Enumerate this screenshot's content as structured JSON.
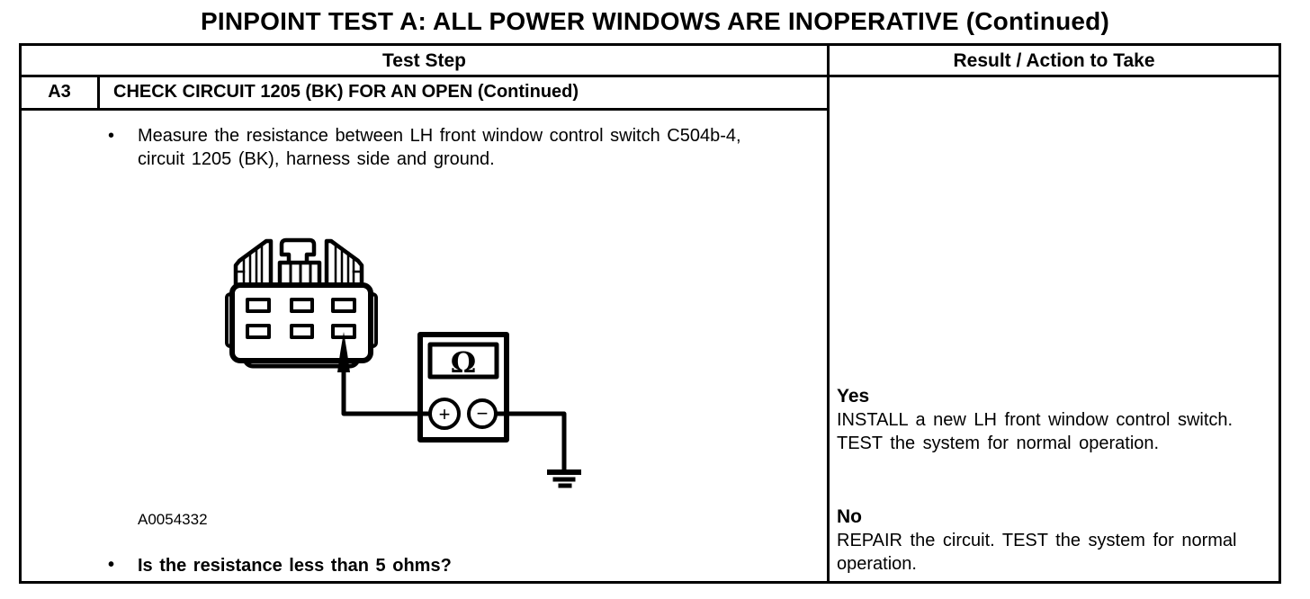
{
  "title": "PINPOINT TEST A: ALL POWER WINDOWS ARE INOPERATIVE (Continued)",
  "table": {
    "header": {
      "left": "Test Step",
      "right": "Result / Action to Take"
    },
    "step": {
      "id": "A3",
      "name": "CHECK CIRCUIT 1205 (BK) FOR AN OPEN (Continued)"
    },
    "bullet_glyph": "•",
    "instruction": "Measure the resistance between LH front window control switch C504b-4, circuit 1205 (BK), harness side and ground.",
    "question": "Is the resistance less than 5 ohms?",
    "figure": {
      "label": "A0054332",
      "meter": {
        "display": "Ω",
        "positive": "+",
        "negative": "−"
      }
    },
    "result": {
      "yes": {
        "label": "Yes",
        "action": "INSTALL a new LH front window control switch. TEST the system for normal operation."
      },
      "no": {
        "label": "No",
        "action": "REPAIR the circuit. TEST the system for normal operation."
      }
    }
  },
  "colors": {
    "ink": "#000000",
    "paper": "#ffffff"
  }
}
